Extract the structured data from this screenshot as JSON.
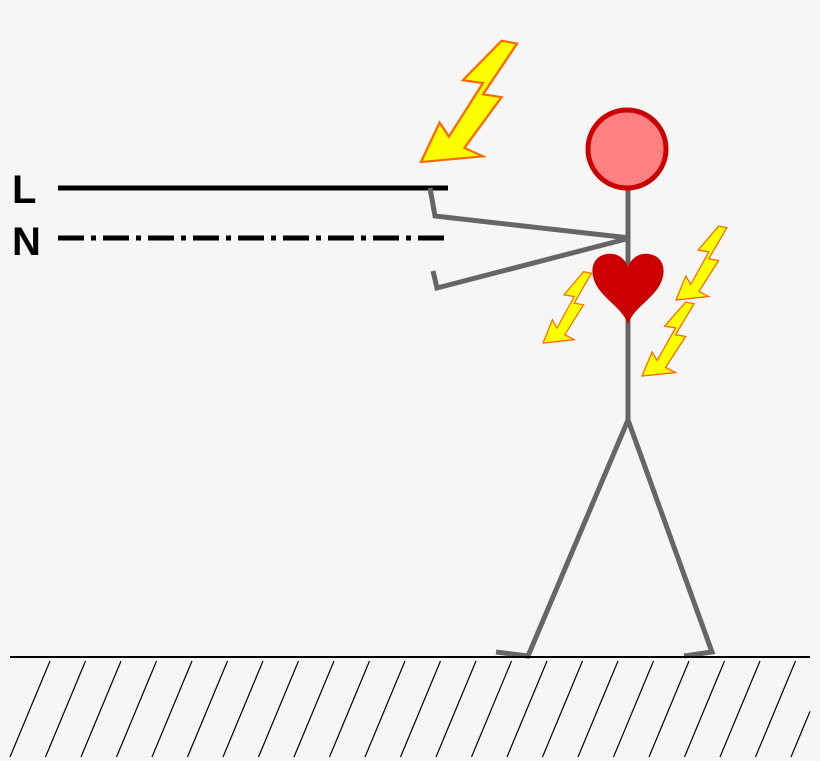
{
  "conductors": {
    "live": {
      "label": "L"
    },
    "neutral": {
      "label": "N"
    }
  },
  "icons": {
    "bolt": "lightning-bolt-icon",
    "heart": "heart-icon",
    "person": "stick-figure-person",
    "ground": "ground-hatch"
  },
  "colors": {
    "background": "#f6f6f6",
    "wire": "#000000",
    "figure": "#666666",
    "head_fill": "#ff8080",
    "head_stroke": "#cc0000",
    "heart": "#cc0000",
    "bolt_fill": "#ffff00",
    "bolt_stroke": "#ff6600",
    "ground": "#000000"
  }
}
